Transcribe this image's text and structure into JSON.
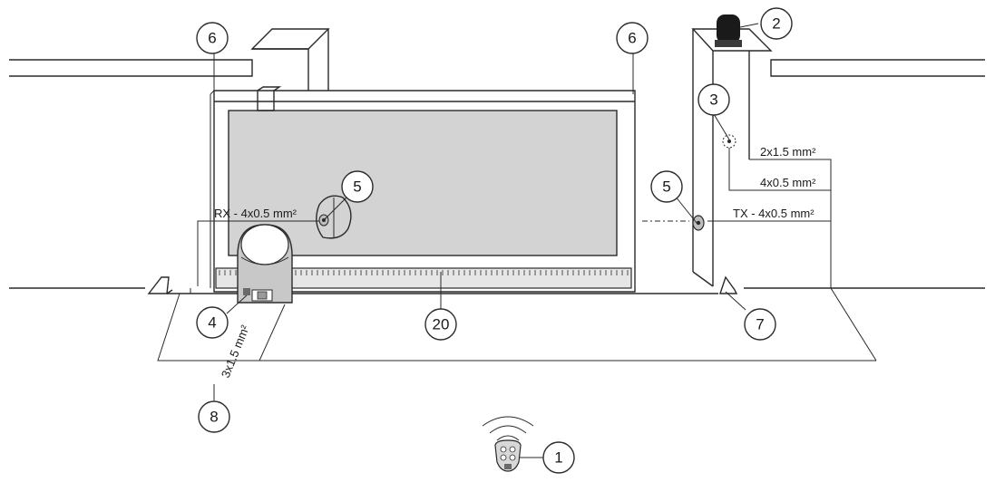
{
  "callouts": {
    "c1": "1",
    "c2": "2",
    "c3": "3",
    "c4": "4",
    "c5a": "5",
    "c5b": "5",
    "c6a": "6",
    "c6b": "6",
    "c7": "7",
    "c8": "8",
    "c20": "20"
  },
  "cables": {
    "rx": "RX - 4x0.5 mm²",
    "tx": "TX - 4x0.5 mm²",
    "lamp": "2x1.5 mm²",
    "selector": "4x0.5 mm²",
    "power": "3x1.5 mm²"
  },
  "colors": {
    "gate_panel": "#d3d3d3",
    "motor_body": "#c8c8c8",
    "lamp": "#1a1a1a",
    "line": "#2a2a2a"
  },
  "icons": [
    "flashing-lamp-icon",
    "key-selector-icon",
    "photocell-icon",
    "remote-control-icon",
    "gear-motor-icon",
    "limit-stop-icon"
  ]
}
